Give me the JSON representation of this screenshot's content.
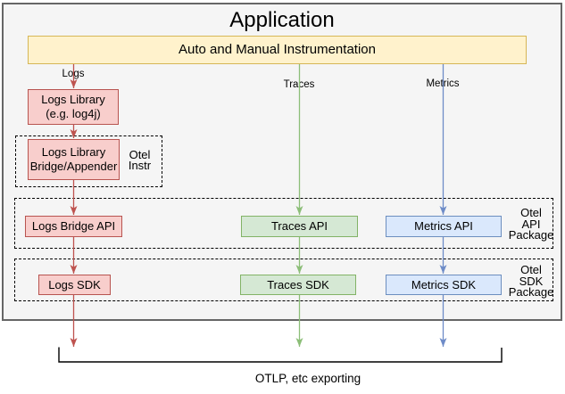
{
  "colors": {
    "app_bg": "#f5f5f5",
    "app_border": "#666666",
    "yellow_fill": "#fff2cc",
    "yellow_stroke": "#d6b656",
    "red_fill": "#f8cecc",
    "red_stroke": "#b85450",
    "green_fill": "#d5e8d4",
    "green_stroke": "#82b366",
    "blue_fill": "#dae8fc",
    "blue_stroke": "#6c8ebf",
    "arrow_red": "#be534f",
    "arrow_green": "#8cbe78",
    "arrow_blue": "#6e8cc8",
    "bracket_stroke": "#000000",
    "dashed_stroke": "#000000"
  },
  "diagram": {
    "title": "Application",
    "instrumentation_label": "Auto and Manual Instrumentation",
    "flows": {
      "logs": {
        "label": "Logs",
        "library_lines": [
          "Logs Library",
          "(e.g. log4j)"
        ],
        "bridge_lines": [
          "Logs Library",
          "Bridge/Appender"
        ],
        "api_label": "Logs Bridge API",
        "sdk_label": "Logs SDK"
      },
      "traces": {
        "label": "Traces",
        "api_label": "Traces API",
        "sdk_label": "Traces SDK"
      },
      "metrics": {
        "label": "Metrics",
        "api_label": "Metrics API",
        "sdk_label": "Metrics SDK"
      }
    },
    "groups": {
      "otel_instr": {
        "lines": [
          "Otel",
          "Instr"
        ]
      },
      "otel_api_package": {
        "lines": [
          "Otel",
          "API",
          "Package"
        ]
      },
      "otel_sdk_package": {
        "lines": [
          "Otel",
          "SDK",
          "Package"
        ]
      }
    },
    "footer_label": "OTLP, etc exporting"
  }
}
